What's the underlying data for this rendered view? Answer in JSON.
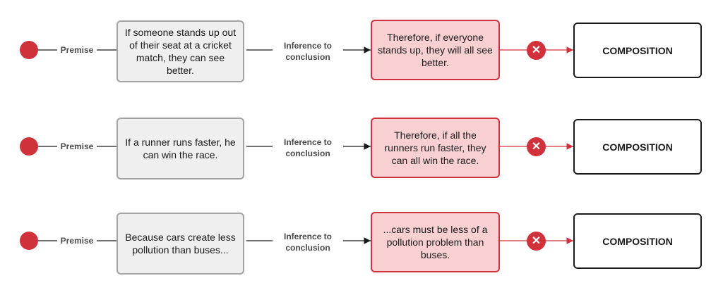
{
  "colors": {
    "start": "#d0313b",
    "premise_fill": "#efefef",
    "premise_border": "#a3a3a3",
    "conclusion_fill": "#f9d0d2",
    "conclusion_border": "#d0313b",
    "result_border": "#1a1a1a",
    "red_edge": "#d0313b",
    "black_edge": "#1a1a1a"
  },
  "rows": [
    {
      "premise_label": "Premise",
      "premise_text": "If someone stands up out of their seat at a cricket match, they can see better.",
      "inference_label": "Inference to conclusion",
      "conclusion_text": "Therefore, if everyone stands up, they will all see better.",
      "error_icon": "x-icon",
      "result_text": "COMPOSITION"
    },
    {
      "premise_label": "Premise",
      "premise_text": "If a runner runs faster, he can win the race.",
      "inference_label": "Inference to conclusion",
      "conclusion_text": "Therefore, if all the runners run faster, they can all win the race.",
      "error_icon": "x-icon",
      "result_text": "COMPOSITION"
    },
    {
      "premise_label": "Premise",
      "premise_text": "Because cars create less pollution than buses...",
      "inference_label": "Inference to conclusion",
      "conclusion_text": "...cars must be less of a pollution problem than buses.",
      "error_icon": "x-icon",
      "result_text": "COMPOSITION"
    }
  ]
}
